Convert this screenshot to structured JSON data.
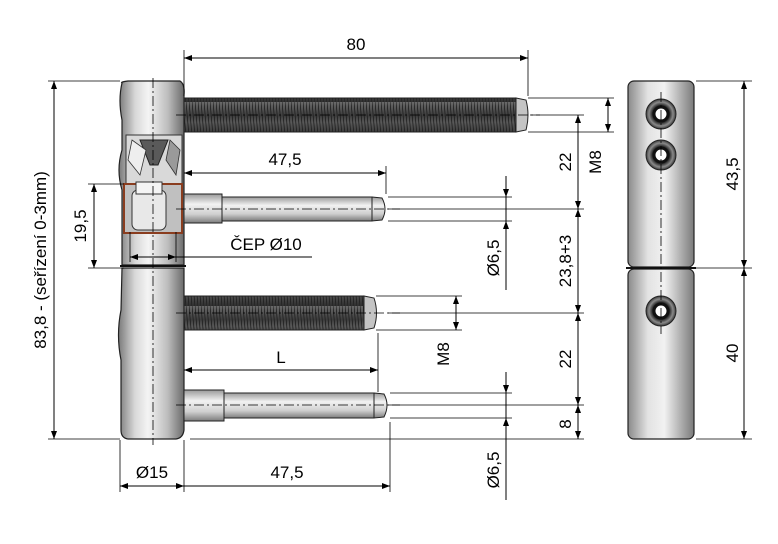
{
  "labels": {
    "overall_length": "80",
    "pin_length_upper": "47,5",
    "pin_length_lower": "47,5",
    "bolt_length_variable": "L",
    "pin_diameter": "ČEP Ø10",
    "body_diameter": "Ø15",
    "height_upper_knuckle": "19,5",
    "total_height": "83,8 - (seřízení 0-3mm)",
    "thread_upper": "M8",
    "thread_lower": "M8",
    "pitch_upper": "22",
    "offset_middle": "23,8+3",
    "pitch_lower": "22",
    "edge_offset": "8",
    "shank_diameter_upper": "Ø6,5",
    "shank_diameter_lower": "Ø6,5",
    "side_height_upper": "43,5",
    "side_height_lower": "40"
  },
  "colors": {
    "body_light": "#e6e6e6",
    "body_mid": "#b8b8b8",
    "body_dark": "#6d6d6d",
    "thread": "#4a4a4a",
    "pin_tip": "#c9c9c9",
    "bearing": "#8a3d1f"
  }
}
